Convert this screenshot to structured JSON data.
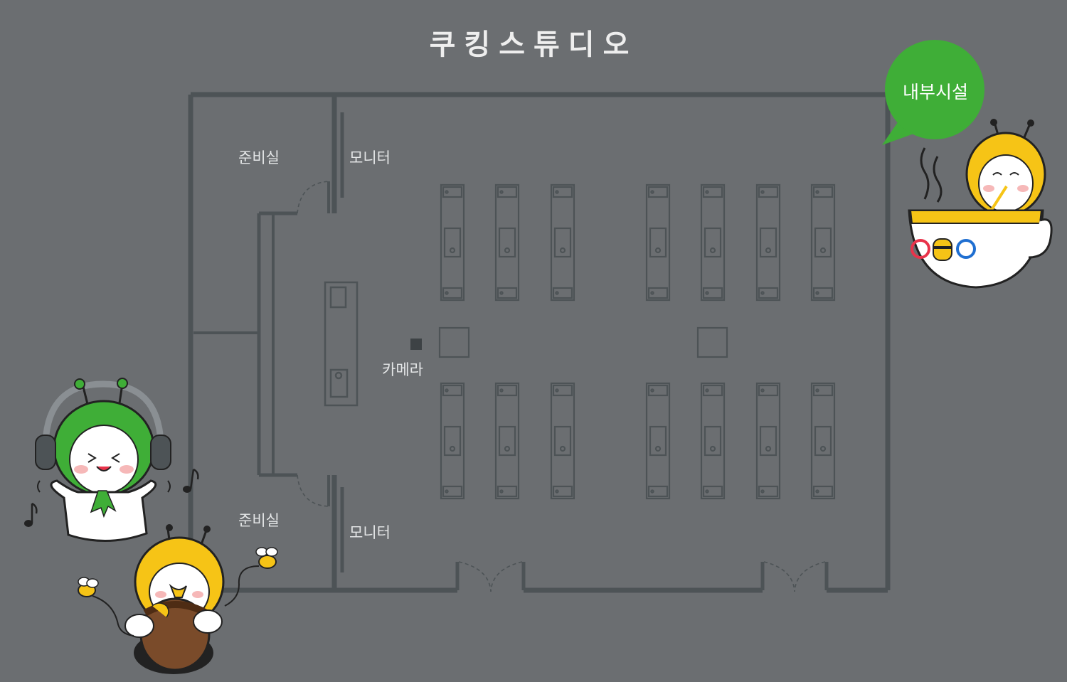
{
  "title": "쿠킹스튜디오",
  "labels": {
    "prep_room_top": "준비실",
    "prep_room_bottom": "준비실",
    "monitor_top": "모니터",
    "monitor_bottom": "모니터",
    "camera": "카메라"
  },
  "badge": {
    "text": "내부시설"
  },
  "colors": {
    "background": "#6b6e71",
    "wall": "#4d5356",
    "furniture": "#4d5356",
    "badge": "#3fae37",
    "mascot_yellow": "#f6c416",
    "mascot_green": "#3fae37",
    "honey_brown": "#7a4b2a"
  },
  "icons": [
    "cooking-station",
    "camera-icon",
    "music-note-icon",
    "bee-icon",
    "honey-pot",
    "noodle-cup"
  ]
}
